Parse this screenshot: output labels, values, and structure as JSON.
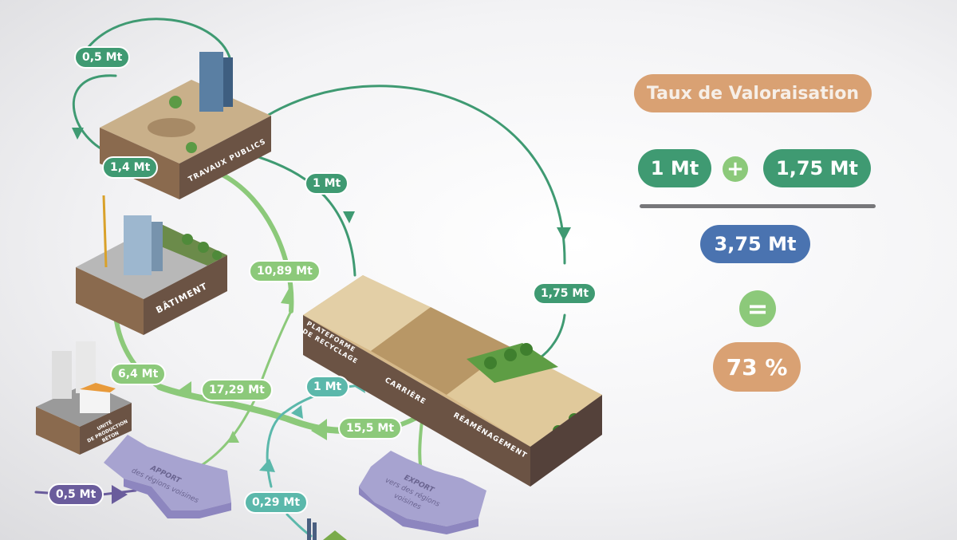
{
  "flows": {
    "tp_loop": "0,5 Mt",
    "tp_internal": "1,4 Mt",
    "tp_to_recycling": "1 Mt",
    "tp_to_reamenagement": "1,75 Mt",
    "recycling_to_tp": "10,89 Mt",
    "to_beton": "6,4 Mt",
    "main_out": "17,29 Mt",
    "recycling_teal": "1 Mt",
    "carriere_out": "15,5 Mt",
    "apport_in": "0,5 Mt",
    "teal_in": "0,29 Mt"
  },
  "blocks": {
    "travaux_publics": "TRAVAUX PUBLICS",
    "batiment": "BÂTIMENT",
    "beton_line1": "UNITÉ",
    "beton_line2": "DE PRODUCTION",
    "beton_line3": "BÉTON",
    "plateforme_line1": "PLATEFORME",
    "plateforme_line2": "DE RECYCLAGE",
    "carriere": "CARRIÈRE",
    "reamenagement": "RÉAMÉNAGEMENT"
  },
  "regions": {
    "apport_title": "APPORT",
    "apport_sub": "des régions voisines",
    "export_title": "EXPORT",
    "export_sub1": "vers des régions",
    "export_sub2": "voisines"
  },
  "formula": {
    "title": "Taux de Valoraisation",
    "term1": "1 Mt",
    "plus": "+",
    "term2": "1,75 Mt",
    "denominator": "3,75 Mt",
    "equals": "=",
    "result": "73 %"
  },
  "colors": {
    "dark_green": "#3f9a72",
    "light_green": "#8cc97a",
    "teal": "#5bb8ab",
    "purple": "#6a5c9c",
    "blue": "#4a73b0",
    "orange": "#d9a173"
  }
}
